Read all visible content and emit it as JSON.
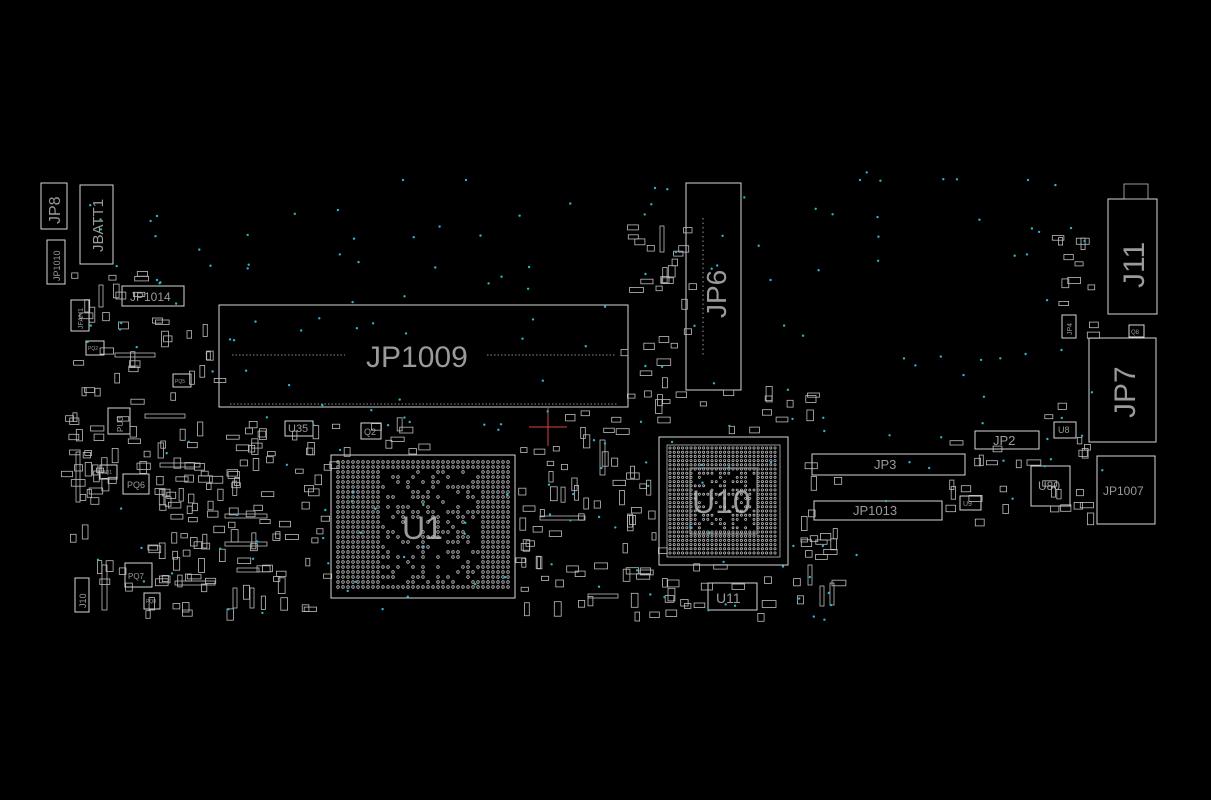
{
  "board": {
    "background": "#000000",
    "outline_color": "#d6d6d6",
    "label_color": "#9a9a9a",
    "via_color": "#29b6c8",
    "cursor_color": "#d64545"
  },
  "components": {
    "jp8": "JP8",
    "jbatt1": "JBATT1",
    "jp1010": "JP1010",
    "jp1014": "JP1014",
    "jfan1": "JFAN1",
    "jp1009": "JP1009",
    "jp6": "JP6",
    "j11": "J11",
    "jp7": "JP7",
    "jp4": "JP4",
    "jp2": "JP2",
    "u8": "U8",
    "jp3": "JP3",
    "jp1013": "JP1013",
    "u80": "U80",
    "jp1007": "JP1007",
    "u9": "U9",
    "u1": "U1",
    "u10": "U10",
    "u11": "U11",
    "u35": "U35",
    "q2": "Q2",
    "pu3": "PU3",
    "pq6": "PQ6",
    "pq7": "PQ7",
    "pq8": "PQ8",
    "pq5": "PQ5",
    "pq2": "PQ2",
    "pq1": "PQ1",
    "pq4": "PQ4",
    "j10": "J10",
    "q8": "Q8"
  }
}
